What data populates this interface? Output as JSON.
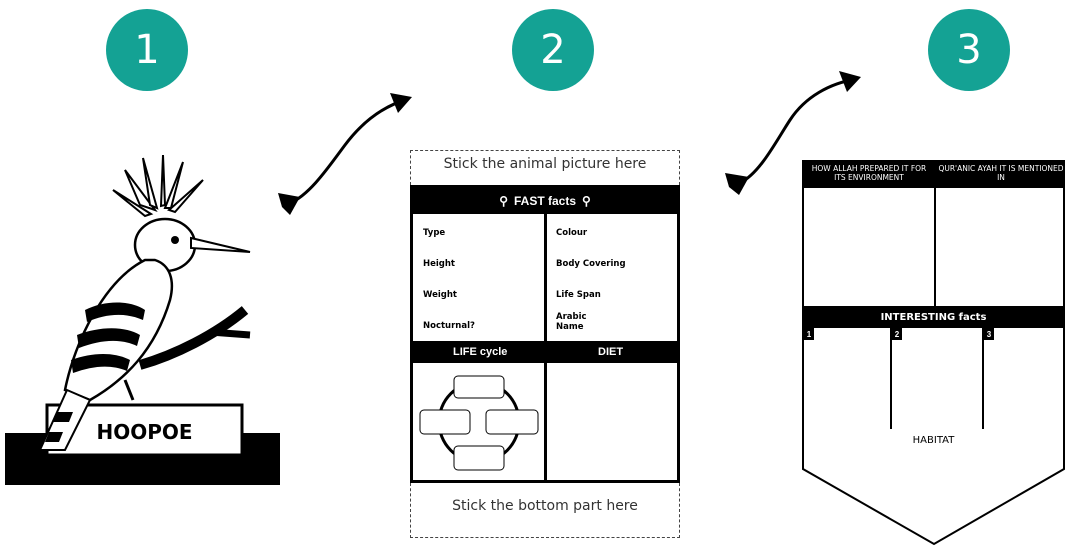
{
  "colors": {
    "accent": "#14A294"
  },
  "steps": [
    "1",
    "2",
    "3"
  ],
  "bird": {
    "label": "HOOPOE"
  },
  "worksheet": {
    "top_strip": "Stick the animal picture here",
    "fast_facts": "FAST facts",
    "left_fields": [
      "Type",
      "Height",
      "Weight",
      "Nocturnal?"
    ],
    "right_fields": [
      "Colour",
      "Body Covering",
      "Life Span",
      "Arabic Name"
    ],
    "life_cycle": "LIFE cycle",
    "diet": "DIET",
    "bottom_strip": "Stick the bottom part here"
  },
  "flap": {
    "col1": "HOW ALLAH PREPARED IT FOR ITS ENVIRONMENT",
    "col2": "QUR'ANIC AYAH IT IS MENTIONED IN",
    "interesting": "INTERESTING facts",
    "nums": [
      "1",
      "2",
      "3"
    ],
    "habitat": "HABITAT"
  }
}
